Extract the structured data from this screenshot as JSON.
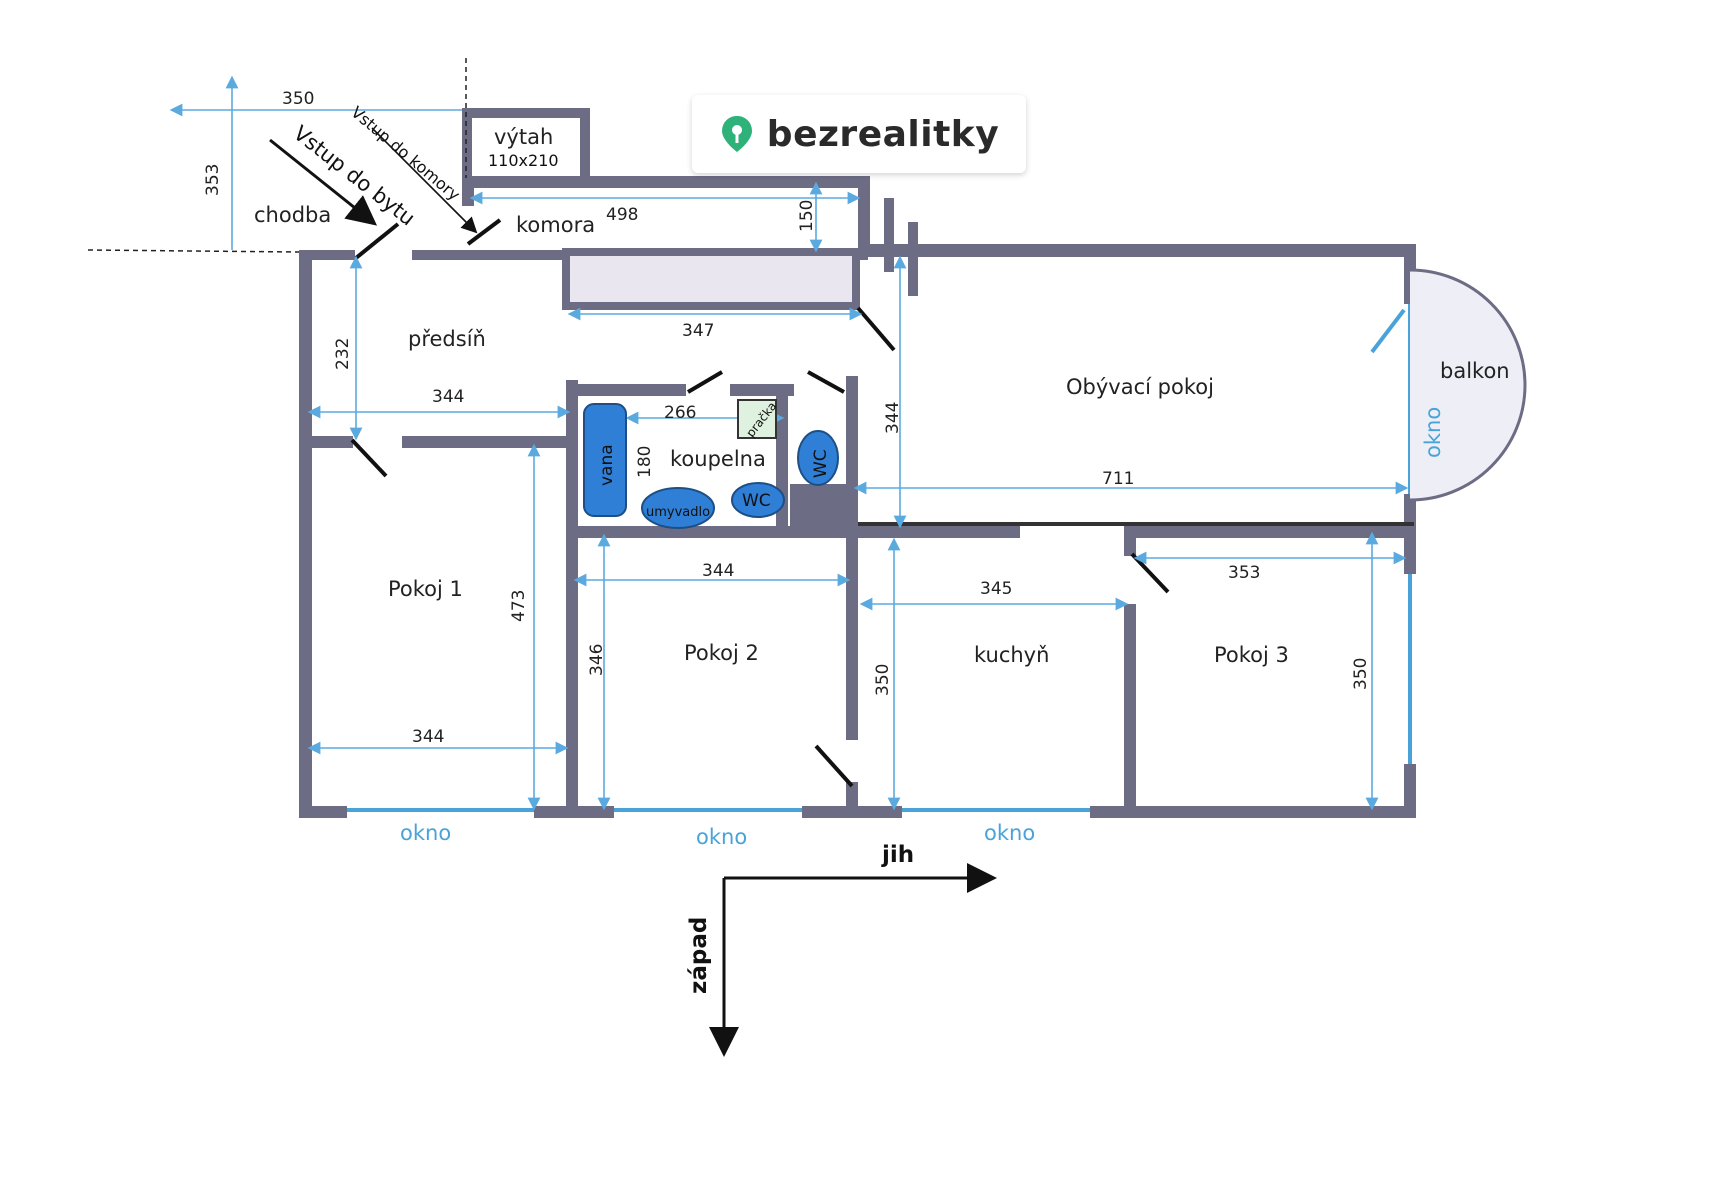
{
  "brand": {
    "name": "bezrealitky",
    "accent": "#2fb27a"
  },
  "rooms": {
    "chodba": "chodba",
    "predsin": "předsíň",
    "komora": "komora",
    "vytah": "výtah",
    "vytah_size": "110x210",
    "obyvaci": "Obývací pokoj",
    "balkon": "balkon",
    "koupelna": "koupelna",
    "pokoj1": "Pokoj 1",
    "pokoj2": "Pokoj 2",
    "kuchyn": "kuchyň",
    "pokoj3": "Pokoj 3"
  },
  "entries": {
    "byt": "Vstup do bytu",
    "komora": "Vstup do komory"
  },
  "fixtures": {
    "vana": "vana",
    "umyvadlo": "umyvadlo",
    "wc": "WC",
    "pracka": "pračka"
  },
  "windows": {
    "okno": "okno"
  },
  "dimensions": {
    "d350_top": "350",
    "d353_left": "353",
    "d498": "498",
    "d150": "150",
    "d347": "347",
    "d232": "232",
    "d344_hall": "344",
    "d266": "266",
    "d180": "180",
    "d344_living": "344",
    "d711": "711",
    "d473": "473",
    "d344_p1": "344",
    "d344_p2": "344",
    "d346": "346",
    "d345": "345",
    "d350_kitchen": "350",
    "d353_p3": "353",
    "d350_p3": "350"
  },
  "compass": {
    "south": "jih",
    "west": "západ"
  },
  "colors": {
    "wall": "#6d6c85",
    "dimension": "#5aaae0",
    "fixture": "#2f7fd6"
  }
}
